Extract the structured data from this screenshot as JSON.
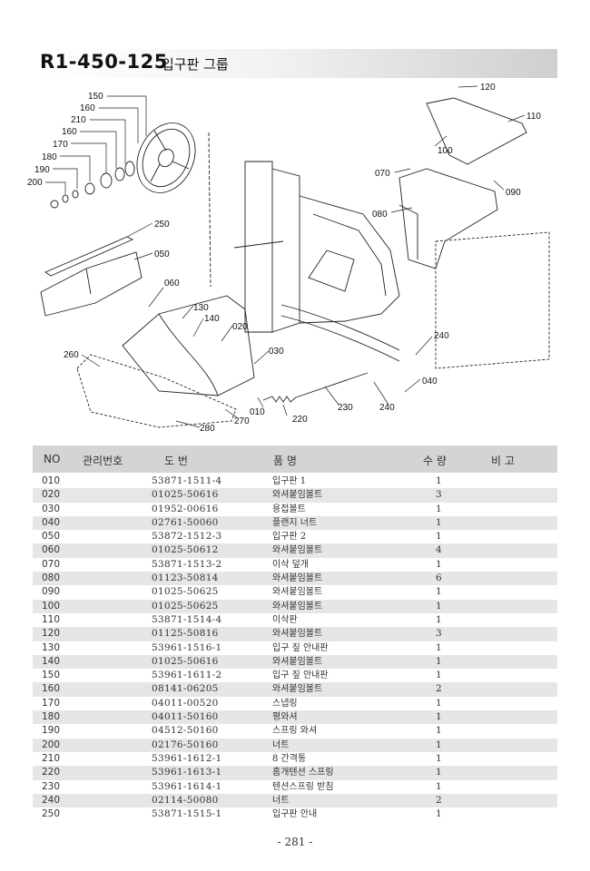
{
  "header": {
    "code": "R1-450-125",
    "name": "입구판 그룹"
  },
  "diagram": {
    "callouts": [
      "150",
      "160",
      "210",
      "160",
      "170",
      "180",
      "190",
      "200",
      "250",
      "050",
      "060",
      "130",
      "140",
      "020",
      "260",
      "030",
      "280",
      "270",
      "010",
      "220",
      "230",
      "240",
      "240",
      "040",
      "120",
      "110",
      "100",
      "070",
      "090",
      "080"
    ]
  },
  "table": {
    "headers": {
      "no": "NO",
      "mgmt": "관리번호",
      "drawing": "도      번",
      "part_name": "품           명",
      "qty": "수  량",
      "remarks": "비    고"
    },
    "rows": [
      {
        "no": "010",
        "part": "53871-1511-4",
        "name": "입구판 1",
        "qty": "1"
      },
      {
        "no": "020",
        "part": "01025-50616",
        "name": "와셔붙임볼트",
        "qty": "3"
      },
      {
        "no": "030",
        "part": "01952-00616",
        "name": "용접볼트",
        "qty": "1"
      },
      {
        "no": "040",
        "part": "02761-50060",
        "name": "플랜지 너트",
        "qty": "1"
      },
      {
        "no": "050",
        "part": "53872-1512-3",
        "name": "입구판 2",
        "qty": "1"
      },
      {
        "no": "060",
        "part": "01025-50612",
        "name": "와셔붙임볼트",
        "qty": "4"
      },
      {
        "no": "070",
        "part": "53871-1513-2",
        "name": "이삭 덮개",
        "qty": "1"
      },
      {
        "no": "080",
        "part": "01123-50814",
        "name": "와셔붙임볼트",
        "qty": "6"
      },
      {
        "no": "090",
        "part": "01025-50625",
        "name": "와셔붙임볼트",
        "qty": "1"
      },
      {
        "no": "100",
        "part": "01025-50625",
        "name": "와셔붙임볼트",
        "qty": "1"
      },
      {
        "no": "110",
        "part": "53871-1514-4",
        "name": "이삭판",
        "qty": "1"
      },
      {
        "no": "120",
        "part": "01125-50816",
        "name": "와셔붙임볼트",
        "qty": "3"
      },
      {
        "no": "130",
        "part": "53961-1516-1",
        "name": "입구 짚 안내판",
        "qty": "1"
      },
      {
        "no": "140",
        "part": "01025-50616",
        "name": "와셔붙임볼트",
        "qty": "1"
      },
      {
        "no": "150",
        "part": "53961-1611-2",
        "name": "입구 짚 안내판",
        "qty": "1"
      },
      {
        "no": "160",
        "part": "08141-06205",
        "name": "와셔붙임볼트",
        "qty": "2"
      },
      {
        "no": "170",
        "part": "04011-00520",
        "name": "스냅링",
        "qty": "1"
      },
      {
        "no": "180",
        "part": "04011-50160",
        "name": "평와셔",
        "qty": "1"
      },
      {
        "no": "190",
        "part": "04512-50160",
        "name": "스프링 와셔",
        "qty": "1"
      },
      {
        "no": "200",
        "part": "02176-50160",
        "name": "너트",
        "qty": "1"
      },
      {
        "no": "210",
        "part": "53961-1612-1",
        "name": "8 간격통",
        "qty": "1"
      },
      {
        "no": "220",
        "part": "53961-1613-1",
        "name": "홈개텐션 스프링",
        "qty": "1"
      },
      {
        "no": "230",
        "part": "53961-1614-1",
        "name": "텐션스프링 받침",
        "qty": "1"
      },
      {
        "no": "240",
        "part": "02114-50080",
        "name": "너트",
        "qty": "2"
      },
      {
        "no": "250",
        "part": "53871-1515-1",
        "name": "입구판 안내",
        "qty": "1"
      }
    ]
  },
  "footer": {
    "page": "- 281 -"
  }
}
